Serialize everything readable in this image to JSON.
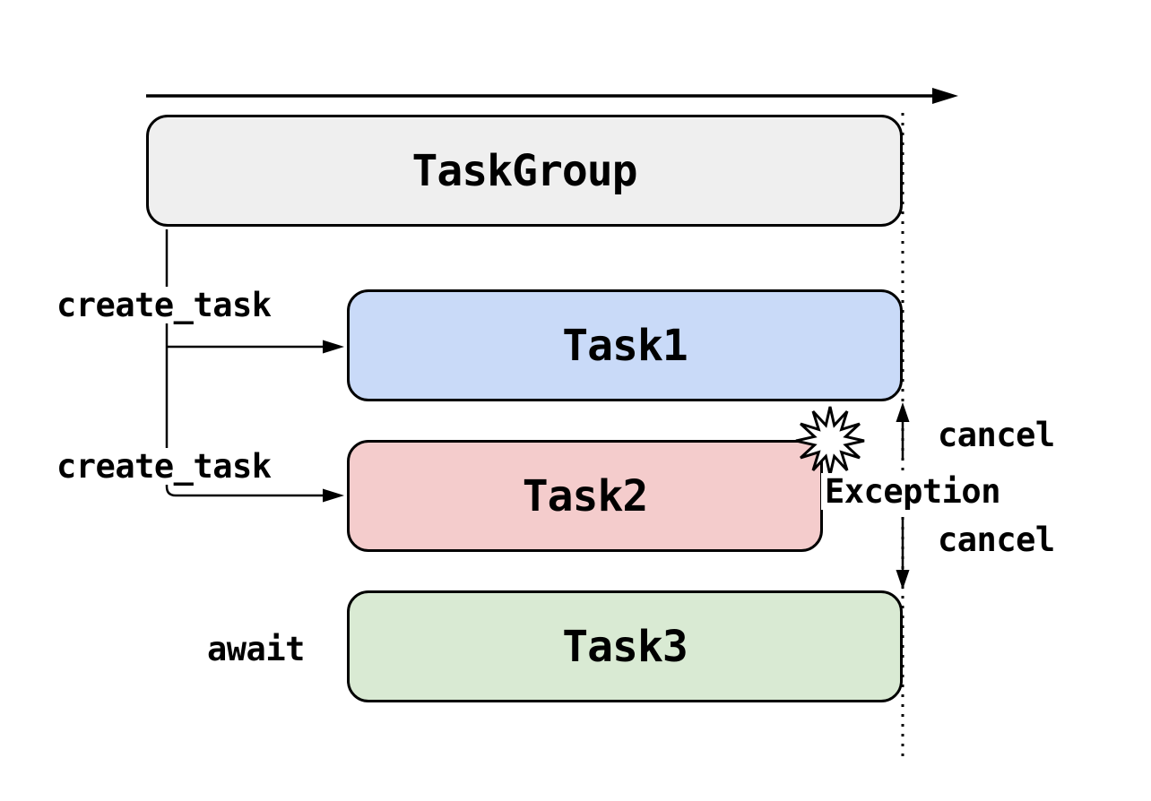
{
  "diagram": {
    "boxes": {
      "taskgroup": {
        "label": "TaskGroup",
        "fill": "#efefef"
      },
      "task1": {
        "label": "Task1",
        "fill": "#c9daf8"
      },
      "task2": {
        "label": "Task2",
        "fill": "#f4cccc"
      },
      "task3": {
        "label": "Task3",
        "fill": "#d9ead3"
      }
    },
    "annotations": {
      "create_task_top": "create_task",
      "create_task_bottom": "create_task",
      "await_label": "await",
      "cancel_top": "cancel",
      "exception": "Exception",
      "cancel_bottom": "cancel"
    },
    "colors": {
      "line_stroke": "#000000",
      "background": "#ffffff",
      "explosion_fill": "#ffffff"
    }
  }
}
